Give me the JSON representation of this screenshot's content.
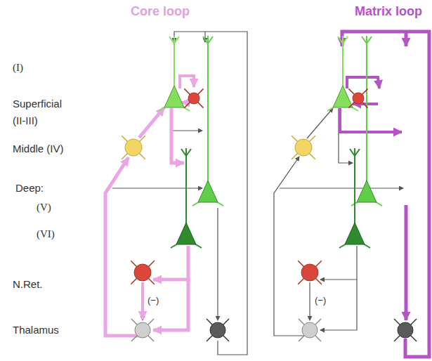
{
  "diagram": {
    "labels": [
      "Core loop",
      "Matrix loop",
      "(I)",
      "Superficial (II-III)",
      "Middle (IV)",
      "Deep:",
      "(V)",
      "(VI)",
      "N.Ret.",
      "Thalamus",
      "(−)",
      "(−)"
    ]
  }
}
